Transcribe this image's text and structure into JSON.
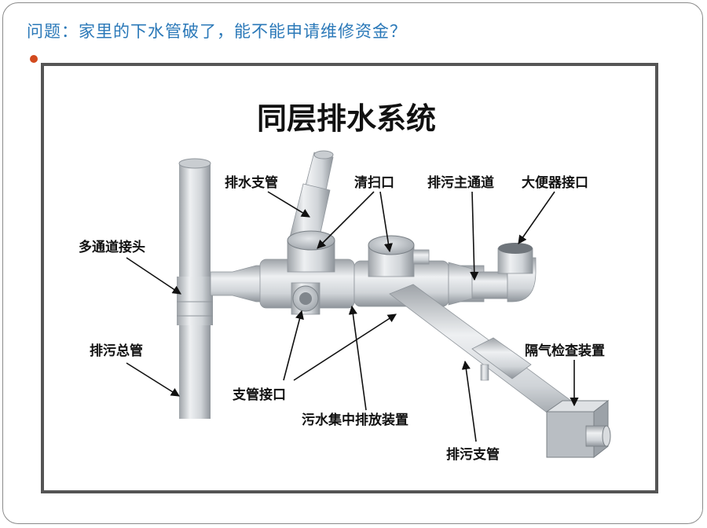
{
  "question": "问题：家里的下水管破了，能不能申请维修资金？",
  "figure": {
    "title": "同层排水系统",
    "labels": {
      "drain_branch": "排水支管",
      "cleanout": "清扫口",
      "main_channel": "排污主通道",
      "toilet_port": "大便器接口",
      "multi_joint": "多通道接头",
      "main_stack": "排污总管",
      "branch_port": "支管接口",
      "collector": "污水集中排放装置",
      "sewage_branch": "排污支管",
      "odor_check": "隔气检查装置"
    }
  },
  "colors": {
    "question_text": "#2a78b8",
    "bullet": "#d24a1e",
    "frame": "#555555"
  }
}
